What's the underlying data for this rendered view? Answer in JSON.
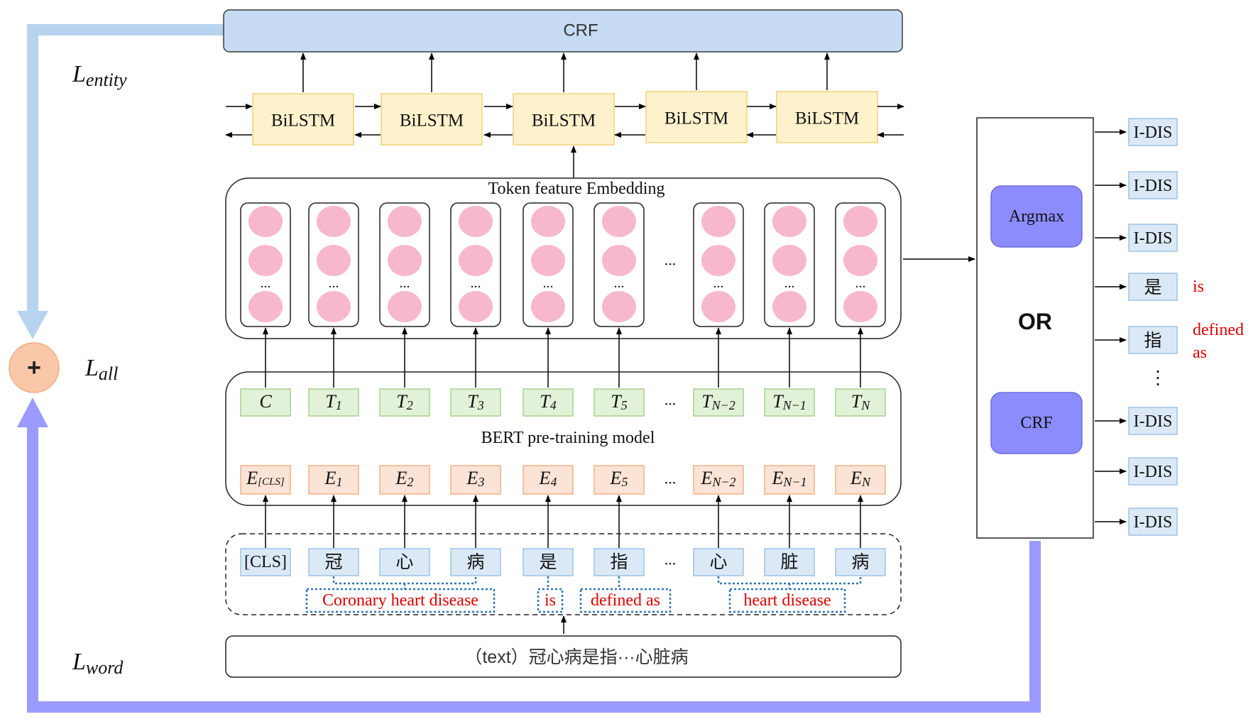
{
  "colors": {
    "crf_fill": "#c7dcf2",
    "crf_stroke": "#3a3a3a",
    "bilstm_fill": "#fdf2cc",
    "bilstm_stroke": "#f2d27a",
    "node_fill": "#f7b8cb",
    "t_fill": "#e1f2d9",
    "t_stroke": "#a9d18e",
    "e_fill": "#fbe3d6",
    "e_stroke": "#f4b183",
    "char_fill": "#dbe9f6",
    "char_stroke": "#9dc3e6",
    "decision_fill": "#8c8cff",
    "label_fill": "#dbe9f6",
    "red_text": "#e00000",
    "plus_fill": "#f9c8a8",
    "left_arrow": "#b7d3ee",
    "bottom_arrow": "#9b9bff"
  },
  "top": {
    "crf_label": "CRF"
  },
  "losses": {
    "entity": {
      "base": "L",
      "sub": "entity"
    },
    "all": {
      "base": "L",
      "sub": "all"
    },
    "word": {
      "base": "L",
      "sub": "word"
    },
    "plus_symbol": "+"
  },
  "bilstm": {
    "labels": [
      "BiLSTM",
      "BiLSTM",
      "BiLSTM",
      "BiLSTM",
      "BiLSTM"
    ]
  },
  "embedding_block": {
    "title": "Token feature  Embedding",
    "column_dots": "...",
    "gap_dots": "..."
  },
  "bert_block": {
    "title": "BERT pre-training  model",
    "t_tokens": [
      {
        "base": "C",
        "sub": ""
      },
      {
        "base": "T",
        "sub": "1"
      },
      {
        "base": "T",
        "sub": "2"
      },
      {
        "base": "T",
        "sub": "3"
      },
      {
        "base": "T",
        "sub": "4"
      },
      {
        "base": "T",
        "sub": "5"
      },
      {
        "base": "T",
        "sub": "N−2"
      },
      {
        "base": "T",
        "sub": "N−1"
      },
      {
        "base": "T",
        "sub": "N"
      }
    ],
    "e_tokens": [
      {
        "base": "E",
        "sub": "[CLS]"
      },
      {
        "base": "E",
        "sub": "1"
      },
      {
        "base": "E",
        "sub": "2"
      },
      {
        "base": "E",
        "sub": "3"
      },
      {
        "base": "E",
        "sub": "4"
      },
      {
        "base": "E",
        "sub": "5"
      },
      {
        "base": "E",
        "sub": "N−2"
      },
      {
        "base": "E",
        "sub": "N−1"
      },
      {
        "base": "E",
        "sub": "N"
      }
    ],
    "gap_dots": "..."
  },
  "input_chars": {
    "chars": [
      "[CLS]",
      "冠",
      "心",
      "病",
      "是",
      "指",
      "心",
      "脏",
      "病"
    ],
    "gap_dots": "...",
    "translations": [
      "Coronary heart disease",
      "is",
      "defined as",
      "heart disease"
    ]
  },
  "text_input": {
    "label": "（text）冠心病是指···心脏病"
  },
  "decision": {
    "argmax_label": "Argmax",
    "or_label": "OR",
    "crf_label": "CRF",
    "vertical_dots": "⋮"
  },
  "output_labels": [
    "I-DIS",
    "I-DIS",
    "I-DIS",
    "是",
    "指",
    "I-DIS",
    "I-DIS",
    "I-DIS"
  ],
  "output_translations": {
    "shi": "is",
    "zhi_line1": "defined",
    "zhi_line2": "as"
  }
}
